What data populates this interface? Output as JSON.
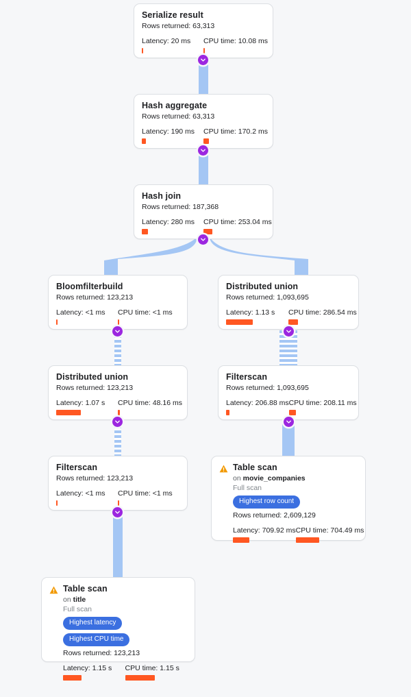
{
  "diagram": {
    "type": "query-execution-plan",
    "background_color": "#f6f7f9",
    "edge_color": "#a4c6f4",
    "badge_color": "#3b6fe0",
    "metric_bar_color": "#ff5722",
    "expander_color": "#9c27e0",
    "warning_color": "#f29900"
  },
  "labels": {
    "rows_prefix": "Rows returned:",
    "latency_prefix": "Latency:",
    "cpu_prefix": "CPU time:",
    "on_prefix": "on",
    "expand_icon": "chevron-down-icon",
    "warning_icon": "warning-triangle-icon"
  },
  "nodes": [
    {
      "id": "serialize-result",
      "title": "Serialize result",
      "rows": "Rows returned: 63,313",
      "latency": "Latency: 20 ms",
      "cpu": "CPU time: 10.08 ms",
      "latency_bar_pct": 2,
      "cpu_bar_pct": 2
    },
    {
      "id": "hash-aggregate",
      "title": "Hash aggregate",
      "rows": "Rows returned: 63,313",
      "latency": "Latency: 190 ms",
      "cpu": "CPU time: 170.2 ms",
      "latency_bar_pct": 7,
      "cpu_bar_pct": 9
    },
    {
      "id": "hash-join",
      "title": "Hash join",
      "rows": "Rows returned: 187,368",
      "latency": "Latency: 280 ms",
      "cpu": "CPU time: 253.04 ms",
      "latency_bar_pct": 10,
      "cpu_bar_pct": 13
    },
    {
      "id": "bloomfilterbuild",
      "title": "Bloomfilterbuild",
      "rows": "Rows returned: 123,213",
      "latency": "Latency: <1 ms",
      "cpu": "CPU time: <1 ms",
      "latency_bar_pct": 2,
      "cpu_bar_pct": 2
    },
    {
      "id": "distributed-union-right",
      "title": "Distributed union",
      "rows": "Rows returned: 1,093,695",
      "latency": "Latency: 1.13 s",
      "cpu": "CPU time: 286.54 ms",
      "latency_bar_pct": 43,
      "cpu_bar_pct": 14
    },
    {
      "id": "distributed-union-left",
      "title": "Distributed union",
      "rows": "Rows returned: 123,213",
      "latency": "Latency: 1.07 s",
      "cpu": "CPU time: 48.16 ms",
      "latency_bar_pct": 40,
      "cpu_bar_pct": 3
    },
    {
      "id": "filterscan-right",
      "title": "Filterscan",
      "rows": "Rows returned: 1,093,695",
      "latency": "Latency: 206.88 ms",
      "cpu": "CPU time: 208.11 ms",
      "latency_bar_pct": 5,
      "cpu_bar_pct": 10
    },
    {
      "id": "filterscan-left",
      "title": "Filterscan",
      "rows": "Rows returned: 123,213",
      "latency": "Latency: <1 ms",
      "cpu": "CPU time: <1 ms",
      "latency_bar_pct": 2,
      "cpu_bar_pct": 2
    },
    {
      "id": "table-scan-movie-companies",
      "title": "Table scan",
      "on_table": "movie_companies",
      "scan_type": "Full scan",
      "badges": [
        "Highest row count"
      ],
      "rows": "Rows returned: 2,609,129",
      "latency": "Latency: 709.92 ms",
      "cpu": "CPU time: 704.49 ms",
      "latency_bar_pct": 26,
      "cpu_bar_pct": 34,
      "warning": true
    },
    {
      "id": "table-scan-title",
      "title": "Table scan",
      "on_table": "title",
      "scan_type": "Full scan",
      "badges": [
        "Highest latency",
        "Highest CPU time"
      ],
      "rows": "Rows returned: 123,213",
      "latency": "Latency: 1.15 s",
      "cpu": "CPU time: 1.15 s",
      "latency_bar_pct": 30,
      "cpu_bar_pct": 48,
      "warning": true
    }
  ]
}
